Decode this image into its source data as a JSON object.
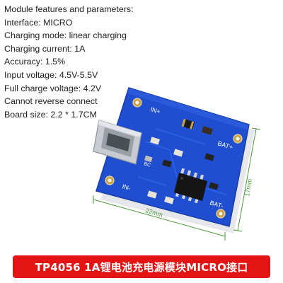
{
  "specs": {
    "heading": "Module features and parameters:",
    "lines": [
      "Interface: MICRO",
      "Charging mode: linear charging",
      "Charging current: 1A",
      "Accuracy: 1.5%",
      "Input voltage: 4.5V-5.5V",
      "Full charge voltage: 4.2V",
      "Cannot reverse connect",
      "Board size: 2.2 * 1.7CM"
    ]
  },
  "board": {
    "pad_in_plus": "IN+",
    "pad_in_minus": "IN-",
    "pad_bat_plus": "BAT+",
    "pad_bat_minus": "BAT-",
    "silkscreen": "BC"
  },
  "dimensions": {
    "width_label": "22mm",
    "height_label": "17mm"
  },
  "banner": {
    "text": "TP4056 1A锂电池充电源模块MICRO接口"
  },
  "colors": {
    "pcb": "#1f4fd0",
    "banner": "#e41414",
    "dimension": "#4d9a3a"
  }
}
